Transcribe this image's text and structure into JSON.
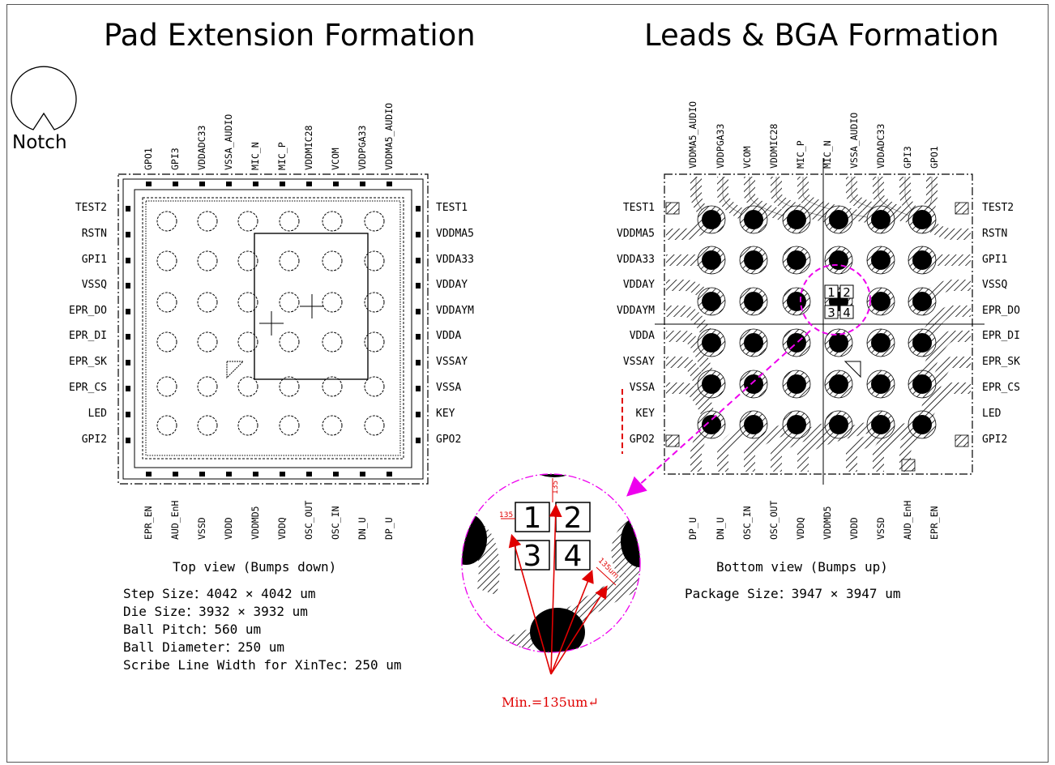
{
  "titles": {
    "left": "Pad Extension Formation",
    "right": "Leads & BGA Formation"
  },
  "notch_label": "Notch",
  "left_view": {
    "top_pins": [
      "GPO1",
      "GPI3",
      "VDDADC33",
      "VSSA_AUDIO",
      "MIC_N",
      "MIC_P",
      "VDDMIC28",
      "VCOM",
      "VDDPGA33",
      "VDDMA5_AUDIO"
    ],
    "bottom_pins": [
      "EPR_EN",
      "AUD_EnH",
      "VSSD",
      "VDDD",
      "VDDMD5",
      "VDDQ",
      "OSC_OUT",
      "OSC_IN",
      "DN_U",
      "DP_U"
    ],
    "left_pins": [
      "TEST2",
      "RSTN",
      "GPI1",
      "VSSQ",
      "EPR_DO",
      "EPR_DI",
      "EPR_SK",
      "EPR_CS",
      "LED",
      "GPI2"
    ],
    "right_pins": [
      "TEST1",
      "VDDMA5",
      "VDDA33",
      "VDDAY",
      "VDDAYM",
      "VDDA",
      "VSSAY",
      "VSSA",
      "KEY",
      "GPO2"
    ],
    "caption": "Top view (Bumps down)",
    "specs": [
      "Step Size：4042 × 4042 um",
      "Die  Size：3932 × 3932 um",
      "Ball Pitch：560 um",
      "Ball Diameter：250 um",
      "Scribe Line Width for XinTec：250 um"
    ]
  },
  "right_view": {
    "top_pins": [
      "VDDMA5_AUDIO",
      "VDDPGA33",
      "VCOM",
      "VDDMIC28",
      "MIC_P",
      "MIC_N",
      "VSSA_AUDIO",
      "VDDADC33",
      "GPI3",
      "GPO1"
    ],
    "bottom_pins": [
      "DP_U",
      "DN_U",
      "OSC_IN",
      "OSC_OUT",
      "VDDQ",
      "VDDMD5",
      "VDDD",
      "VSSD",
      "AUD_EnH",
      "EPR_EN"
    ],
    "left_pins": [
      "TEST1",
      "VDDMA5",
      "VDDA33",
      "VDDAY",
      "VDDAYM",
      "VDDA",
      "VSSAY",
      "VSSA",
      "KEY",
      "GPO2"
    ],
    "right_pins": [
      "TEST2",
      "RSTN",
      "GPI1",
      "VSSQ",
      "EPR_DO",
      "EPR_DI",
      "EPR_SK",
      "EPR_CS",
      "LED",
      "GPI2"
    ],
    "caption": "Bottom view (Bumps up)",
    "specs": [
      "Package Size：3947 × 3947 um"
    ]
  },
  "zoom": {
    "cells": [
      "1",
      "2",
      "3",
      "4"
    ],
    "dims": [
      "135",
      "135",
      "135um"
    ],
    "min_label": "Min.=135um↵"
  },
  "colors": {
    "dash_magenta": "#ee00ee",
    "annotation_red": "#e00000"
  }
}
